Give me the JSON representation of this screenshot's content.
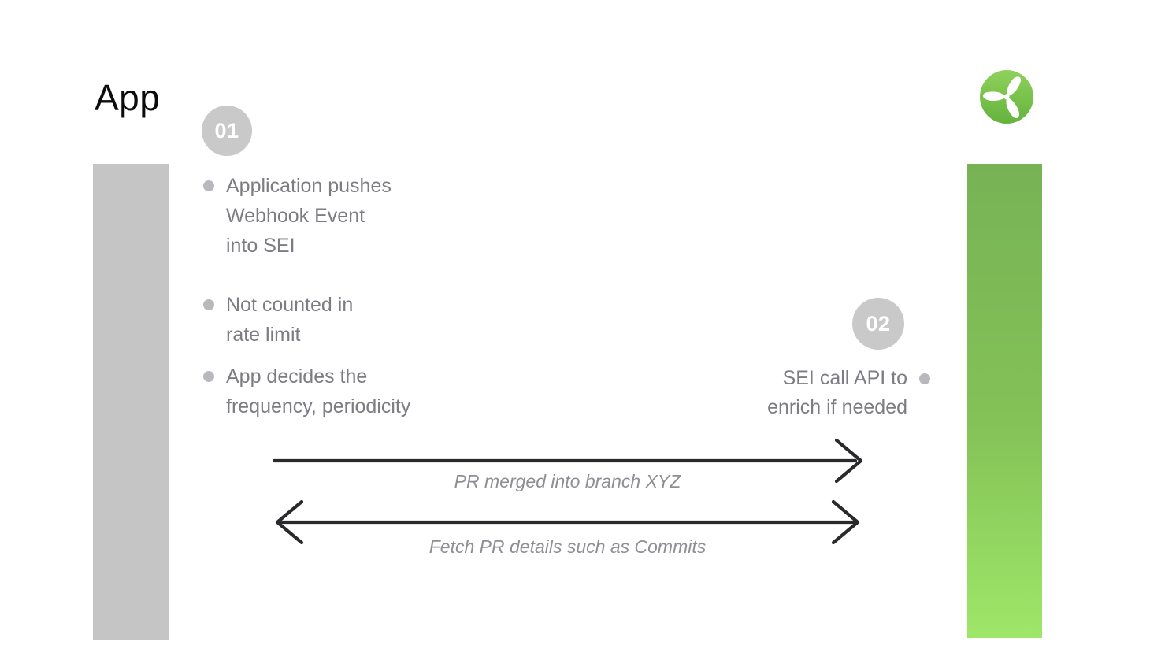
{
  "title": "App",
  "logo": {
    "icon": "propeller-icon"
  },
  "panels": {
    "left_bar_color": "#c5c5c6",
    "right_bar_top_color": "#77b355",
    "right_bar_bottom_color": "#9ee769"
  },
  "step1": {
    "number": "01",
    "bullets": [
      "Application pushes\nWebhook Event\ninto SEI",
      "Not counted in\nrate limit",
      "App decides the\nfrequency, periodicity"
    ]
  },
  "step2": {
    "number": "02",
    "note": "SEI call API to\nenrich if needed"
  },
  "arrows": {
    "forward_label": "PR merged into branch XYZ",
    "return_label": "Fetch PR details such as Commits"
  },
  "colors": {
    "arrow": "#2a2a2d",
    "text_gray": "#7c7c83",
    "badge_gray": "#c9c9ca"
  }
}
